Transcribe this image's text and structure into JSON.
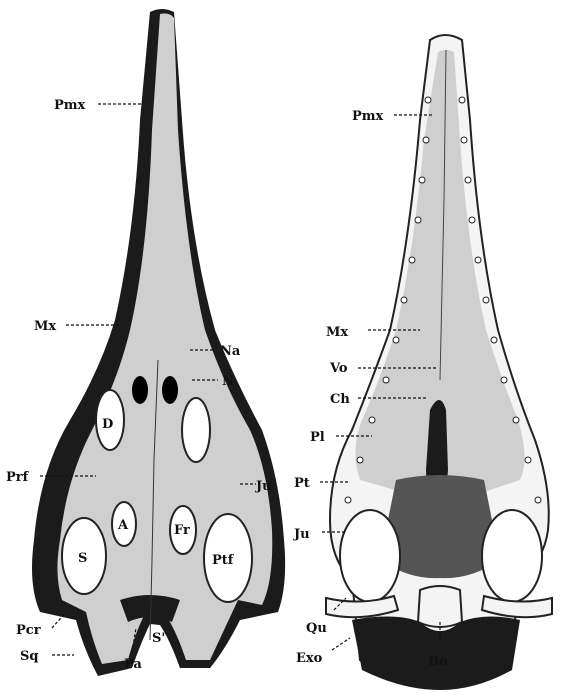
{
  "labels": {
    "left": {
      "pmx": "Pmx",
      "mx": "Mx",
      "na": "Na",
      "n": "N",
      "d": "D",
      "prf": "Prf",
      "ju": "Ju",
      "a": "A",
      "fr": "Fr",
      "s": "S",
      "ptf": "Ptf",
      "pcr": "Pcr",
      "sq": "Sq",
      "pa": "Pa",
      "s_prime": "S'"
    },
    "right": {
      "pmx": "Pmx",
      "mx": "Mx",
      "vo": "Vo",
      "ch": "Ch",
      "pl": "Pl",
      "pt": "Pt",
      "ju": "Ju",
      "qu": "Qu",
      "exo": "Exo",
      "bo": "Bo"
    }
  }
}
